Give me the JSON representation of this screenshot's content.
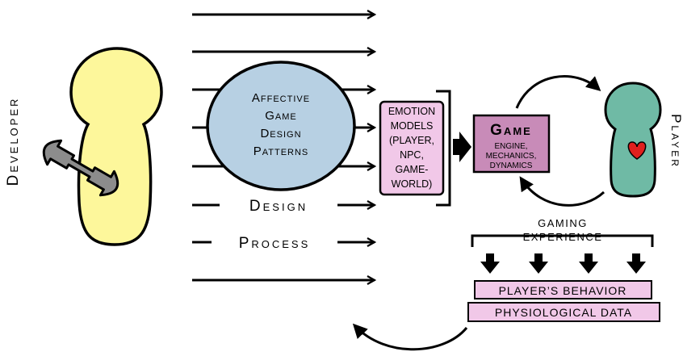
{
  "developer": {
    "label": "Developer"
  },
  "player": {
    "label": "Player"
  },
  "patterns": {
    "lines": [
      "Affective",
      "Game",
      "Design",
      "Patterns"
    ]
  },
  "arrows": {
    "design_label": "Design",
    "process_label": "Process"
  },
  "emotion_models": {
    "lines": [
      "EMOTION",
      "MODELS",
      "(PLAYER,",
      "NPC,",
      "GAME-",
      "WORLD)"
    ]
  },
  "game": {
    "title": "Game",
    "lines": [
      "ENGINE,",
      "MECHANICS,",
      "DYNAMICS"
    ]
  },
  "experience": {
    "lines": [
      "GAMING",
      "EXPERIENCE"
    ]
  },
  "outputs": {
    "behavior": "PLAYER’S BEHAVIOR",
    "physio": "PHYSIOLOGICAL DATA"
  },
  "colors": {
    "developer_body": "#fdf79b",
    "player_body": "#6fbaa5",
    "patterns_fill": "#b7d0e3",
    "emotion_fill": "#f1c8e8",
    "game_fill": "#c88bb8",
    "output_fill": "#f1c8e8",
    "heart": "#e0201d",
    "wrench": "#8c8c8c"
  },
  "icons": {
    "wrench": "wrench-icon",
    "heart": "heart-icon"
  }
}
